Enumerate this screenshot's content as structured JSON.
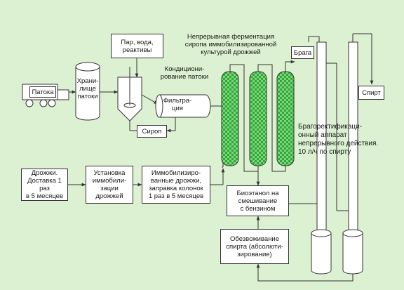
{
  "diagram": {
    "colors": {
      "background": "#dcf0d2",
      "column_fill": "#2fa83a",
      "column_check": "#7fd67a",
      "line": "#333333",
      "box": "#ffffff"
    },
    "labels": {
      "patoka": "Патока",
      "storage": "Храни-\nлище\nпатоки",
      "steam": "Пар, вода,\nреактивы",
      "conditioning": "Кондициони-\nрование патоки",
      "filtration": "Фильтра-\nция",
      "syrup": "Сироп",
      "fermentation": "Непрерывная ферментация\nсиропа иммобилизированной\nкультурой дрожжей",
      "braga": "Брага",
      "spirit": "Спирт",
      "rectification": "Брагоректификаци-\nонный аппарат\nнепрерывного действия.\n10 л/ч по спирту",
      "yeast_delivery": "Дрожжи.\nДоставка 1 раз\nв 5 месяцев",
      "immobilization_setup": "Установка\nиммобили-\nзации\nдрожжей",
      "immobilized_yeast": "Иммобилизиро-\nванные дрожжи,\nзаправка колонок\n1 раз в 5 месяцев",
      "bioethanol": "Биоэтанол на\nсмешивание\nс бензином",
      "dehydration": "Обезвоживание\nспирта (абсолюти-\nзирование)"
    }
  }
}
